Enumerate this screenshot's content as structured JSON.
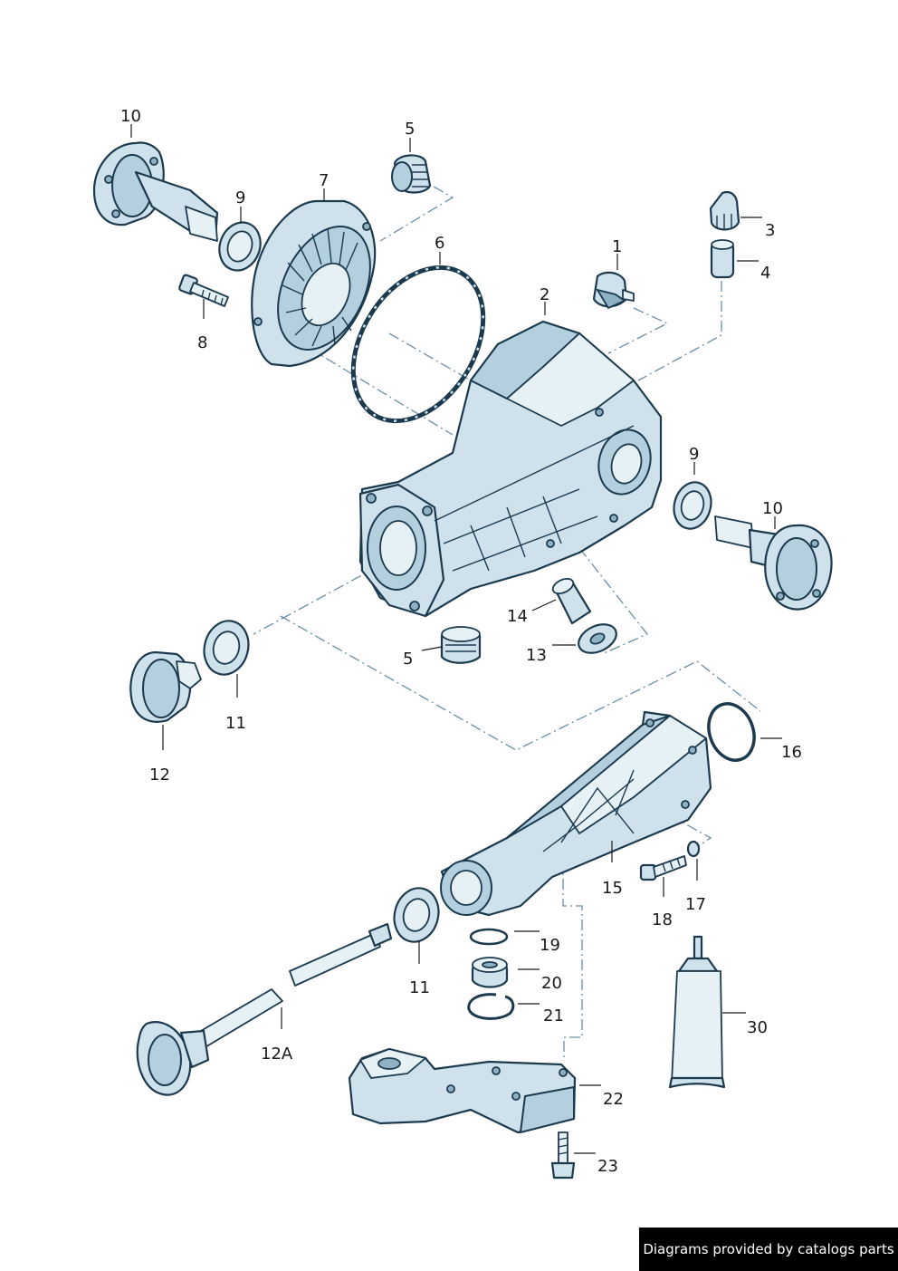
{
  "labels": {
    "l10a": "10",
    "l9a": "9",
    "l7": "7",
    "l5a": "5",
    "l6": "6",
    "l1": "1",
    "l3": "3",
    "l4": "4",
    "l2": "2",
    "l8": "8",
    "l9b": "9",
    "l10b": "10",
    "l14": "14",
    "l5b": "5",
    "l13": "13",
    "l11a": "11",
    "l12": "12",
    "l16": "16",
    "l15": "15",
    "l17": "17",
    "l18": "18",
    "l11b": "11",
    "l19": "19",
    "l20": "20",
    "l21": "21",
    "l12A": "12A",
    "l30": "30",
    "l22": "22",
    "l23": "23"
  },
  "footer": {
    "text": "Diagrams provided by catalogs parts"
  },
  "colors": {
    "part_fill": "#cfe2ec",
    "outline": "#1c3a4e",
    "dash_line": "#6a8fa3",
    "footer_bg": "#000000"
  }
}
